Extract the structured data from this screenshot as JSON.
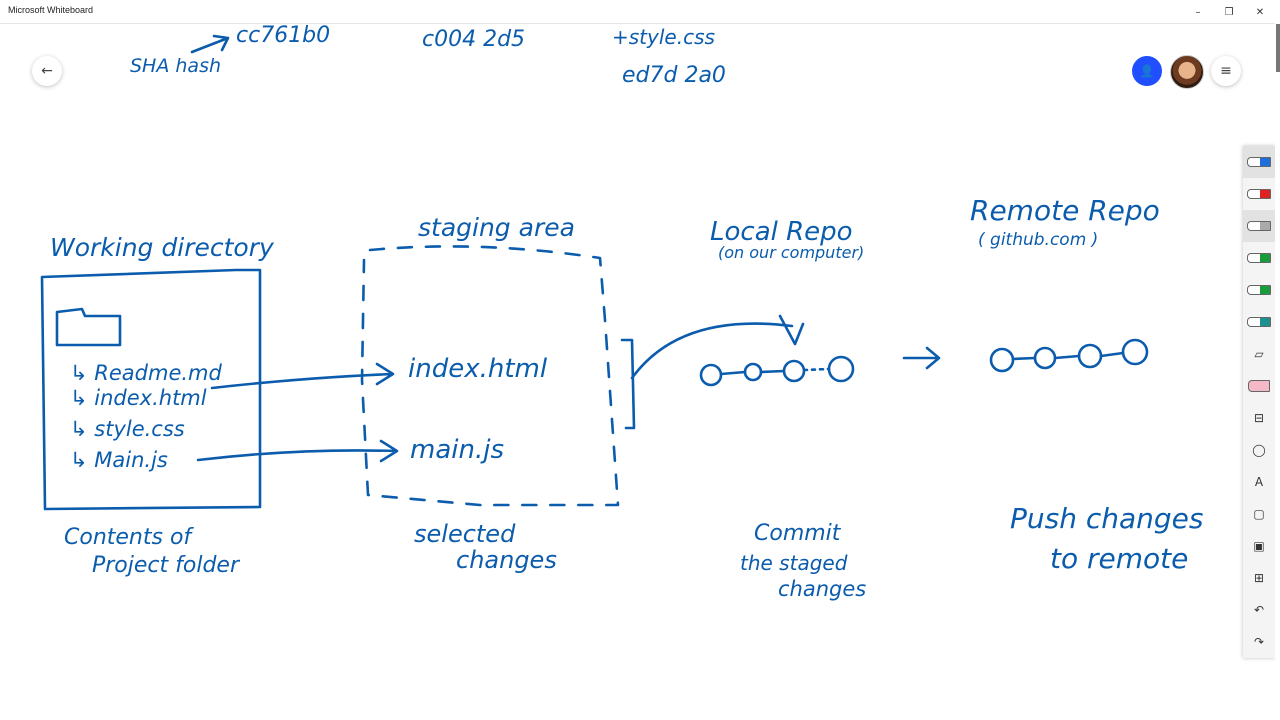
{
  "window": {
    "title": "Microsoft Whiteboard",
    "minimize_glyph": "–",
    "restore_glyph": "❐",
    "close_glyph": "✕"
  },
  "top_notes": {
    "sha_hash": "SHA hash",
    "hash1": "cc761b0",
    "hash2": "c004 2d5",
    "hash3_fragment": "+style.css",
    "hash3": "ed7d 2a0"
  },
  "working_directory": {
    "title": "Working directory",
    "files": [
      "↳ Readme.md",
      "↳ index.html",
      "↳ style.css",
      "↳ Main.js"
    ],
    "caption_line1": "Contents of",
    "caption_line2": "Project folder"
  },
  "staging_area": {
    "title": "staging area",
    "items": [
      "index.html",
      "main.js"
    ],
    "caption_line1": "selected",
    "caption_line2": "changes"
  },
  "local_repo": {
    "title": "Local Repo",
    "subtitle": "(on our computer)",
    "caption_line1": "Commit",
    "caption_line2": "the staged",
    "caption_line3": "changes"
  },
  "remote_repo": {
    "title": "Remote Repo",
    "subtitle": "( github.com )",
    "caption_line1": "Push changes",
    "caption_line2": "to remote"
  },
  "icons": {
    "back": "arrow-left-icon",
    "account": "person-icon",
    "menu": "hamburger-menu-icon"
  },
  "toolbar": {
    "pens": [
      {
        "name": "blue-pen",
        "color": "#1e6fd9"
      },
      {
        "name": "red-pen",
        "color": "#d22"
      },
      {
        "name": "gray-pen",
        "color": "#aaa"
      },
      {
        "name": "green-pen",
        "color": "#1a9a3a"
      },
      {
        "name": "green-red-pen",
        "color": "#1a9a3a"
      },
      {
        "name": "teal-pen",
        "color": "#1d8f8f"
      }
    ],
    "text_tool_label": "A"
  }
}
